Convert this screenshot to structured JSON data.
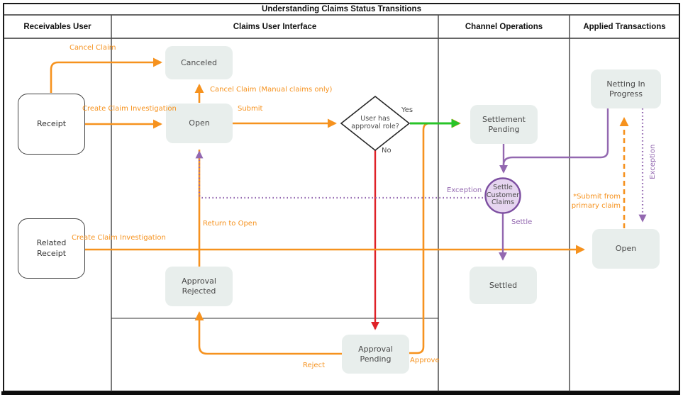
{
  "title": "Understanding Claims Status Transitions",
  "lanes": {
    "receivables_user": "Receivables User",
    "claims_ui": "Claims User Interface",
    "channel_ops": "Channel Operations",
    "applied_txn": "Applied Transactions"
  },
  "nodes": {
    "receipt": "Receipt",
    "related_receipt": "Related Receipt",
    "canceled": "Canceled",
    "open_claims": "Open",
    "decision_approval_role": "User has approval role?",
    "settlement_pending": "Settlement Pending",
    "settle_customer_claims": "Settle Customer Claims",
    "settled": "Settled",
    "netting_in_progress": "Netting In Progress",
    "open_applied": "Open",
    "approval_rejected": "Approval Rejected",
    "approval_pending": "Approval Pending"
  },
  "edge_labels": {
    "cancel_claim": "Cancel Claim",
    "create_claim_top": "Create Claim Investigation",
    "cancel_claim_manual": "Cancel Claim (Manual claims only)",
    "submit": "Submit",
    "yes": "Yes",
    "no": "No",
    "exception_left": "Exception",
    "settle": "Settle",
    "return_to_open": "Return to Open",
    "create_claim_bottom": "Create Claim Investigation",
    "reject": "Reject",
    "approve": "Approve",
    "submit_primary": "*Submit from primary claim",
    "exception_right": "Exception"
  },
  "colors": {
    "orange": "#F6921E",
    "green": "#28C428",
    "red": "#DF2127",
    "purple": "#9368B0",
    "node_fill": "#E8EEEC",
    "circle_fill": "#E6D5F0",
    "circle_border": "#7C4EA0",
    "frame": "#1A1A1A"
  }
}
